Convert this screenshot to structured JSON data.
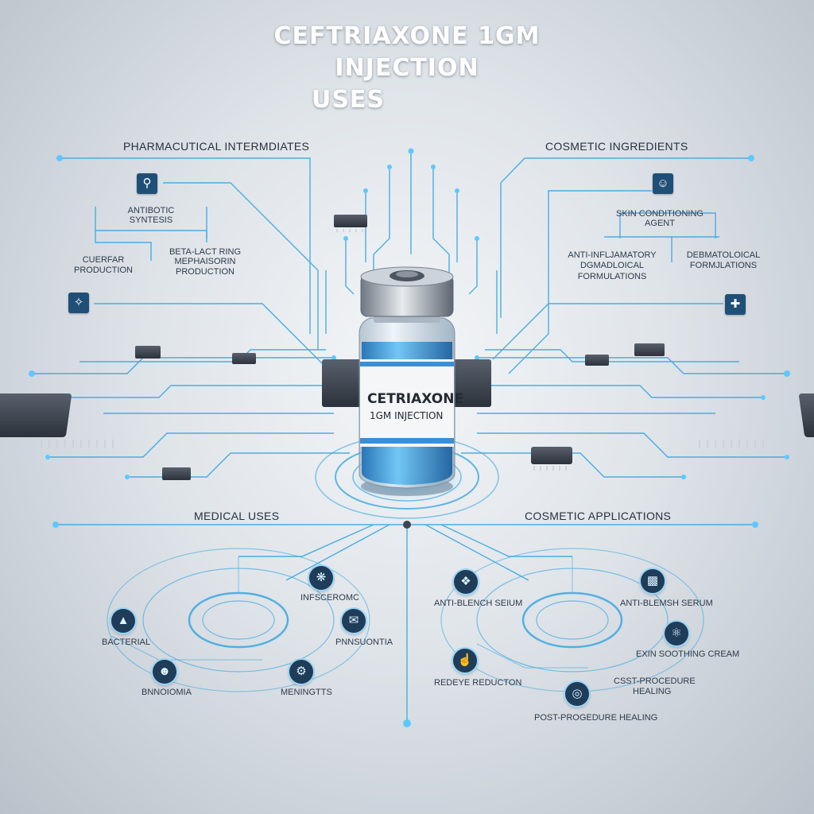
{
  "title": {
    "line1": "CEFTRIAXONE 1GM",
    "line2": "INJECTION",
    "line3": "USES"
  },
  "vial": {
    "label_line1": "CETRIAXONE",
    "label_line2": "1GM INJECTION"
  },
  "colors": {
    "circuit": "#3aa7e0",
    "node_glow": "#5cc8ff",
    "chip": "#3b4250",
    "icon_bg": "#1f4f77",
    "liquid": "#3fa3e6"
  },
  "sections": {
    "pharma": {
      "heading": "PHARMACUTICAL INTERMDIATES",
      "items": [
        "ANTIBOTIC",
        "SYNTESIS",
        "CUERFAR",
        "PRODUCTION",
        "BETA-LACT RING",
        "MEPHAISORIN",
        "PRODUCTION"
      ],
      "icons": [
        "magnifier-icon",
        "syringe-icon"
      ]
    },
    "cosmetic_ingredients": {
      "heading": "COSMETIC INGREDIENTS",
      "items": [
        "SKIN CONDITIONING",
        "AGENT",
        "ANTI-INFLJAMATORY",
        "DGMADLOICAL",
        "FORMULATIONS",
        "DEBMATOLOICAL",
        "FORMJLATIONS"
      ],
      "icons": [
        "person-icon",
        "care-icon"
      ]
    },
    "medical": {
      "heading": "MEDICAL USES",
      "items": [
        "BACTERIAL",
        "INFSCEROMC",
        "PNNSUONTIA",
        "BNNOIOMIA",
        "MENINGTTS"
      ],
      "icons": [
        "bacteria-icon",
        "virus-icon",
        "lungs-icon",
        "head-icon",
        "gear-icon"
      ]
    },
    "cosmetic_applications": {
      "heading": "COSMETIC APPLICATIONS",
      "items": [
        "ANTI-BLENCH SEIUM",
        "ANTI-BLEMSH SERUM",
        "EXIN SOOTHING CREAM",
        "REDEYE REDUCTON",
        "CSST-PROCEDURE",
        "HEALING",
        "POST-PROGEDURE HEALING"
      ],
      "icons": [
        "dropper-icon",
        "serum-icon",
        "cream-icon",
        "hand-icon",
        "bottle-icon"
      ]
    }
  }
}
